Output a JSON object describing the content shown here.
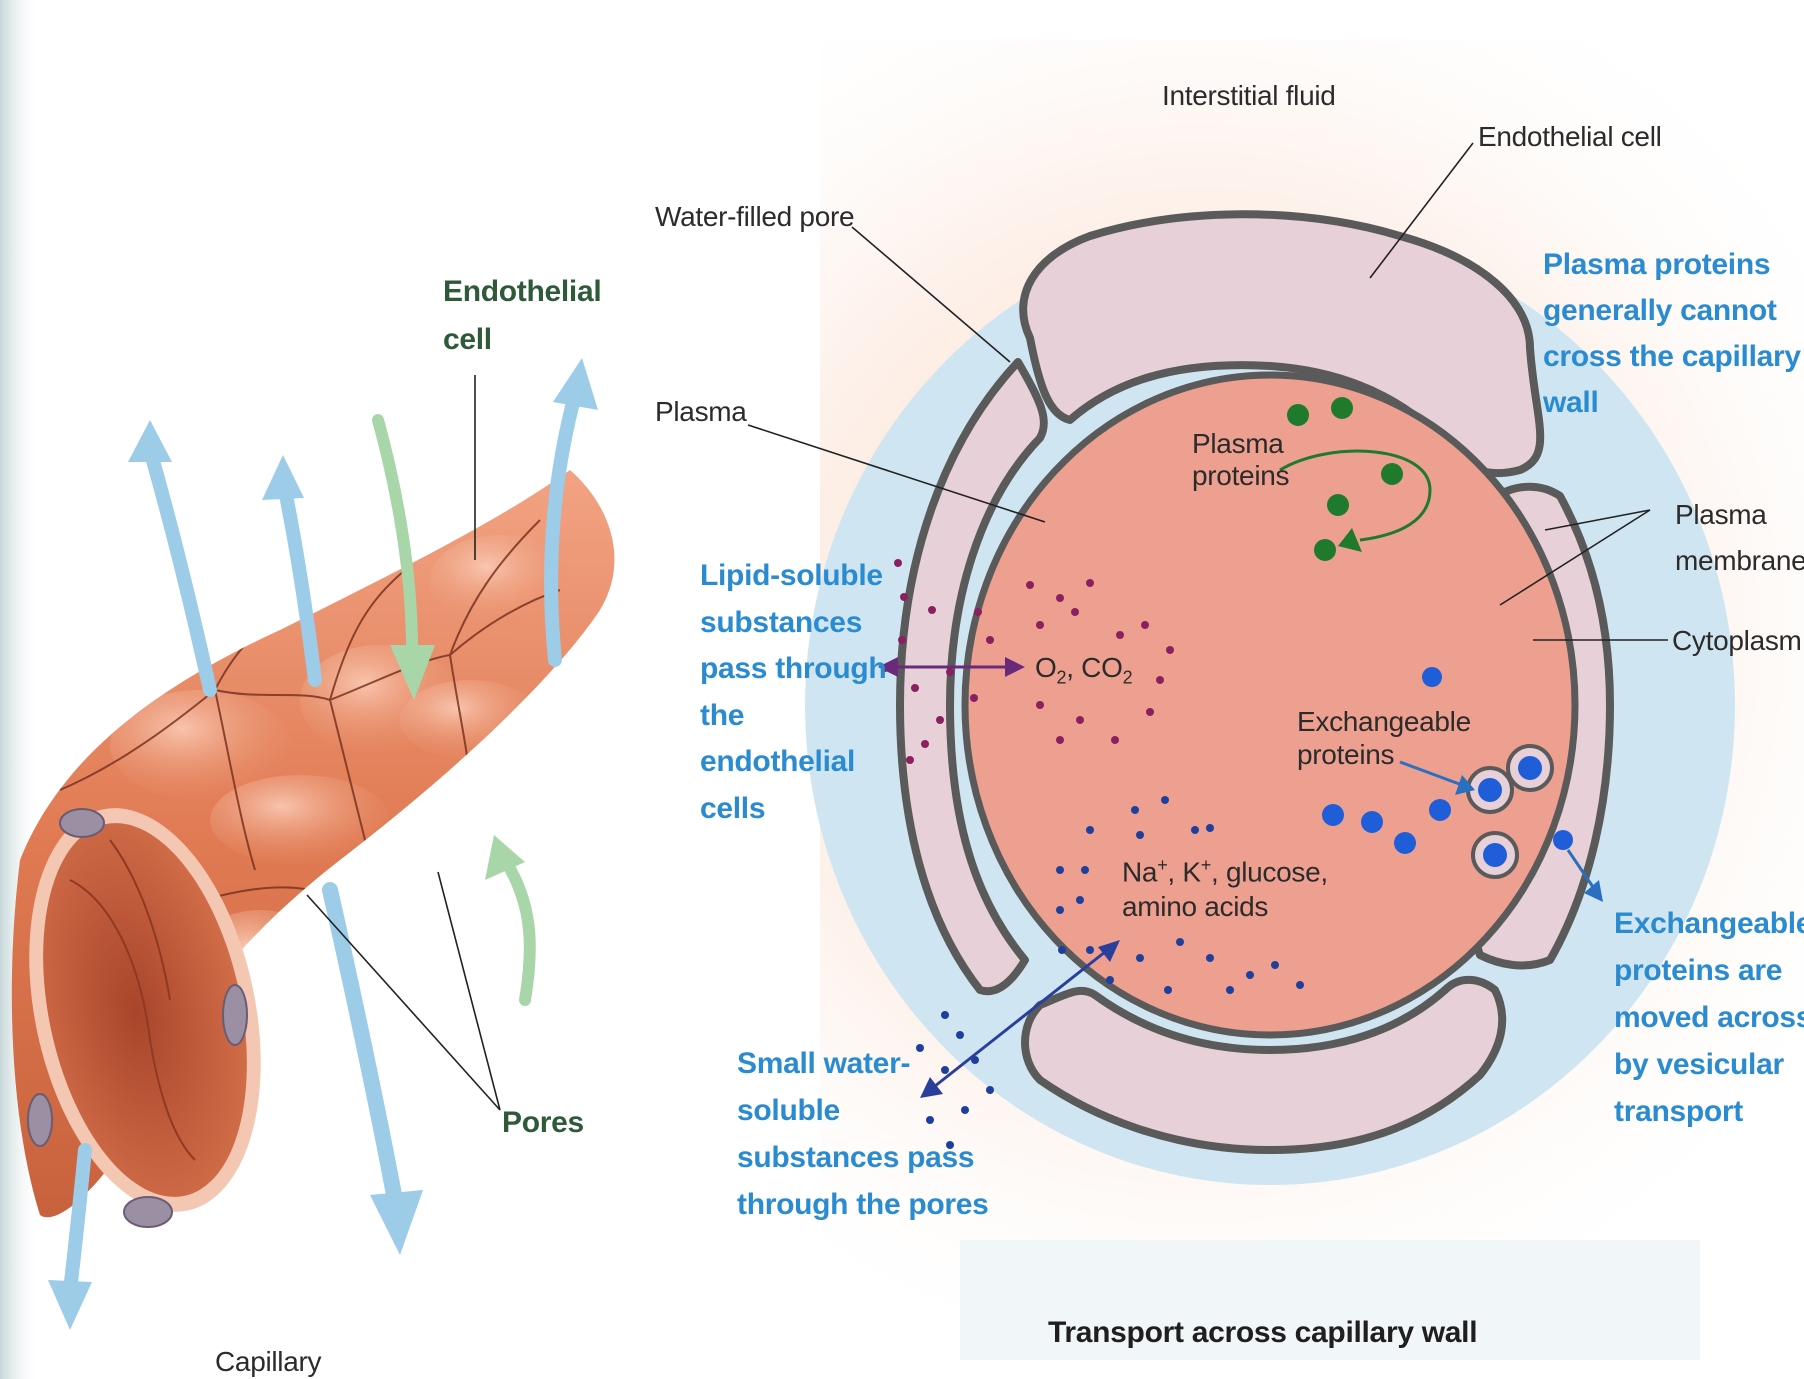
{
  "labels": {
    "interstitial_fluid": "Interstitial fluid",
    "endothelial_cell_right": "Endothelial cell",
    "water_filled_pore": "Water-filled pore",
    "plasma": "Plasma",
    "plasma_proteins_note": [
      "Plasma proteins",
      "generally cannot",
      "cross the capillary",
      "wall"
    ],
    "plasma_proteins": [
      "Plasma",
      "proteins"
    ],
    "plasma_membrane": [
      "Plasma",
      "membrane"
    ],
    "cytoplasm": "Cytoplasm",
    "lipid_soluble": [
      "Lipid-soluble",
      "substances",
      "pass through",
      "the",
      "endothelial",
      "cells"
    ],
    "o2_co2": {
      "o": "O",
      "o_sub": "2",
      "sep": ", CO",
      "co_sub": "2"
    },
    "exchangeable_proteins": [
      "Exchangeable",
      "proteins"
    ],
    "ions_line1": {
      "na": "Na",
      "na_sup": "+",
      "sep": ", K",
      "k_sup": "+",
      "rest": ", glucose,"
    },
    "ions_line2": "amino acids",
    "vesicular_note": [
      "Exchangeable",
      "proteins are",
      "moved across",
      "by vesicular",
      "transport"
    ],
    "small_water": [
      "Small water-",
      "soluble",
      "substances pass",
      "through the pores"
    ],
    "endothelial_cell_left": [
      "Endothelial",
      "cell"
    ],
    "pores": "Pores",
    "capillary": "Capillary",
    "caption": "Transport across capillary wall"
  },
  "colors": {
    "plasma_fill": "#eea090",
    "endothelial_fill": "#e8d0d8",
    "membrane_stroke": "#5a5a5a",
    "water_pore": "#cfe6f2",
    "plasma_protein": "#1f7a2e",
    "exchangeable_protein": "#1f5ed8",
    "gas_dots": "#8a2060",
    "ion_dots": "#1f3f9c",
    "label_blue": "#2a8bd0",
    "outflow_arrow": "#9ccce8",
    "inflow_arrow": "#a9d6a9",
    "capillary_tissue": "#e8825c"
  }
}
